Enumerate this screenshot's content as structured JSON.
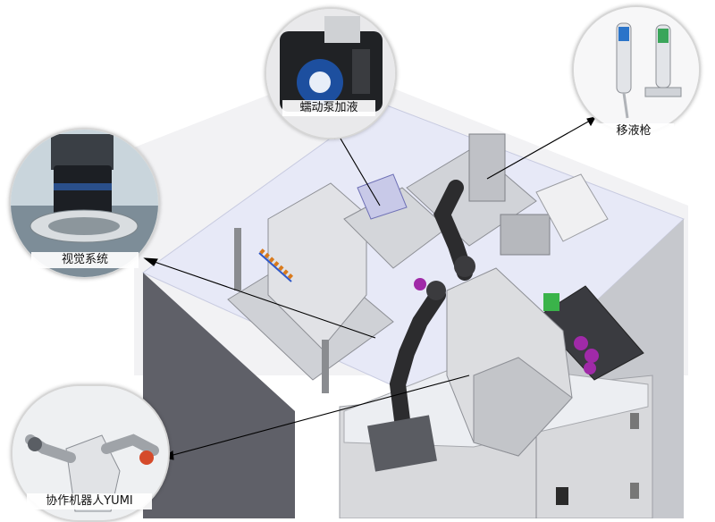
{
  "labels": {
    "vision": "视觉系统",
    "pump": "蠕动泵加液",
    "pipette": "移液枪",
    "robot": "协作机器人YUMI"
  },
  "colors": {
    "platform": "#e7e9f7",
    "cabinet": "#c9cbd0",
    "robot_arm": "#2c2c2e",
    "robot_body": "#dcdde0",
    "accent_purple": "#a02aa8",
    "accent_green": "#3ab34a",
    "arrow": "#000000"
  }
}
